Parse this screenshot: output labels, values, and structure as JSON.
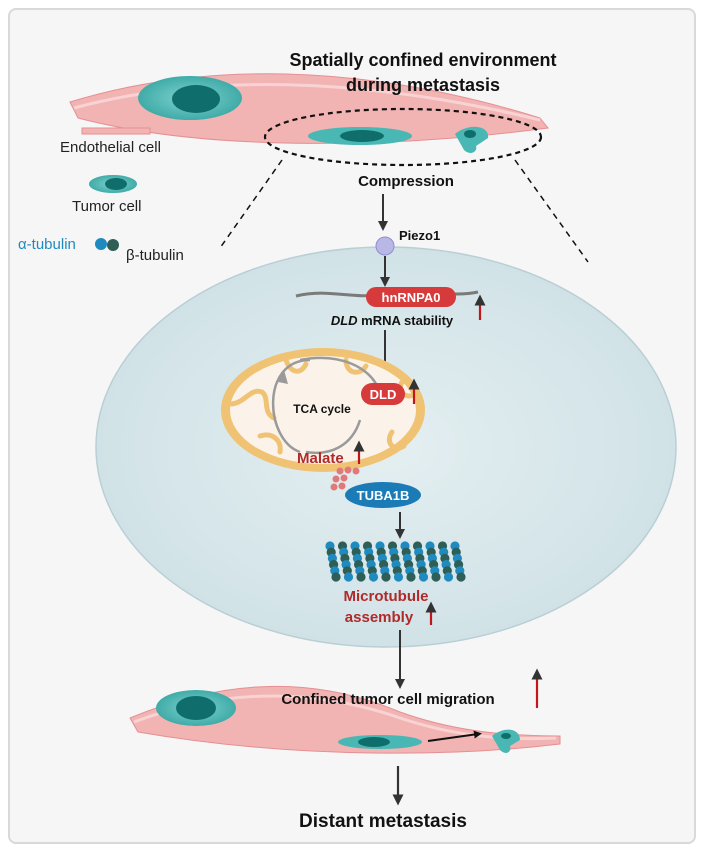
{
  "title": {
    "line1": "Spatially confined environment",
    "line2": "during metastasis"
  },
  "legend": {
    "endothelial": "Endothelial cell",
    "tumor": "Tumor cell",
    "alpha": "α-tubulin",
    "beta": "β-tubulin"
  },
  "labels": {
    "compression": "Compression",
    "piezo": "Piezo1",
    "hnrnpa0": "hnRNPA0",
    "mrna_gene": "DLD",
    "mrna_rest": " mRNA stability",
    "dld": "DLD",
    "tca": "TCA cycle",
    "malate": "Malate",
    "tuba1b": "TUBA1B",
    "micro1": "Microtubule",
    "micro2": "assembly",
    "migration": "Confined tumor cell migration",
    "metastasis": "Distant metastasis"
  },
  "colors": {
    "vessel": "#f2b3b3",
    "vessel_dark": "#e58f93",
    "tumor": "#49b7b4",
    "tumor_dark": "#0f6e6c",
    "cell": "#d8e7ea",
    "mito_outer": "#f0c374",
    "red_label": "#d63a3a",
    "dark_red": "#b02a2a",
    "blue": "#1a7bb7",
    "alpha": "#1f8ac0",
    "beta": "#2e5e56",
    "arrow": "#333333",
    "up_arrow": "#c0161c"
  }
}
